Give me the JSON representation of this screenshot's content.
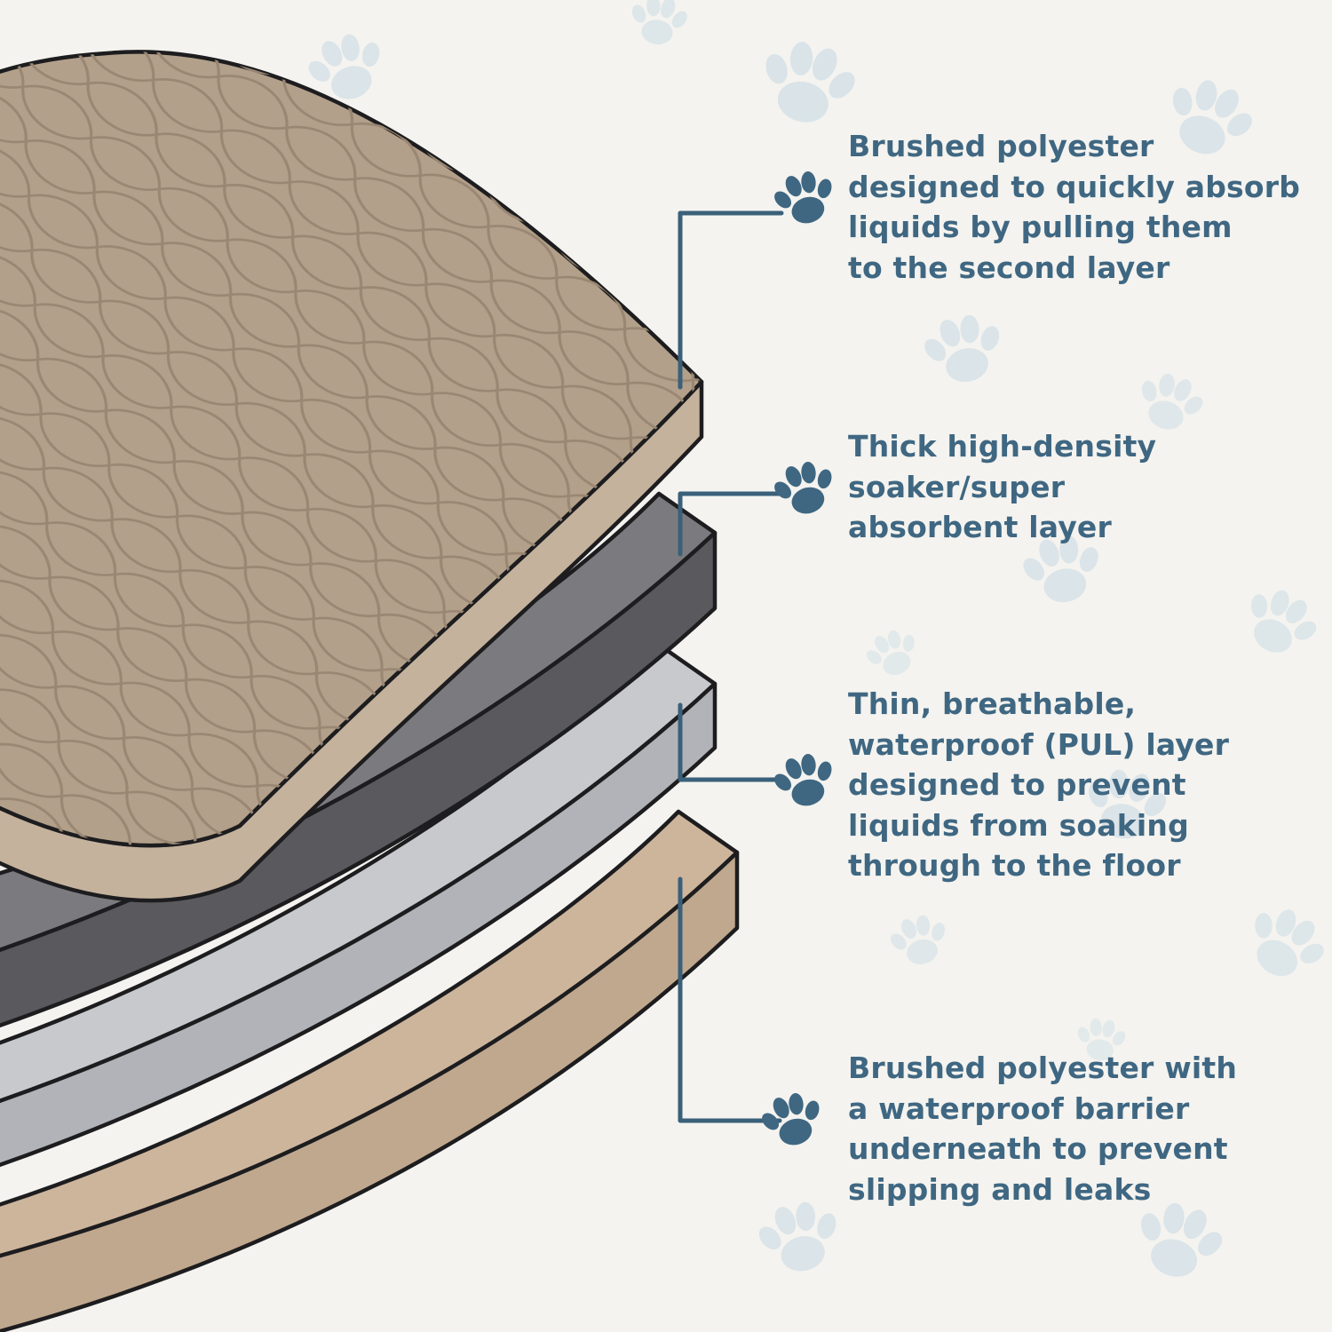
{
  "colors": {
    "background": "#f4f3ef",
    "outline": "#1d1d1f",
    "text": "#3f6782",
    "connector": "#3a607a",
    "watermark_paw": "#c3d7e3",
    "annotation_paw": "#3f6782"
  },
  "layers": [
    {
      "name": "quilted-top-layer",
      "top_color": "#b3a08a",
      "front_color": "#c4b29d",
      "pattern_color": "#9a8773"
    },
    {
      "name": "soaker-layer",
      "top_color": "#7b7b7f",
      "front_color": "#5a5a5e"
    },
    {
      "name": "waterproof-pul-layer",
      "top_color": "#c8c9cd",
      "front_color": "#b2b3b8"
    },
    {
      "name": "bottom-grip-layer",
      "top_color": "#cdb59c",
      "front_color": "#c0a88e"
    }
  ],
  "annotations": [
    {
      "icon": "paw-icon",
      "text": "Brushed polyester\ndesigned to quickly absorb\nliquids by pulling them\nto the second layer"
    },
    {
      "icon": "paw-icon",
      "text": "Thick high-density\nsoaker/super\nabsorbent layer"
    },
    {
      "icon": "paw-icon",
      "text": "Thin, breathable,\nwaterproof (PUL) layer\ndesigned to prevent\nliquids from soaking\nthrough to the floor"
    },
    {
      "icon": "paw-icon",
      "text": "Brushed polyester with\na waterproof barrier\nunderneath to prevent\nslipping and leaks"
    }
  ]
}
